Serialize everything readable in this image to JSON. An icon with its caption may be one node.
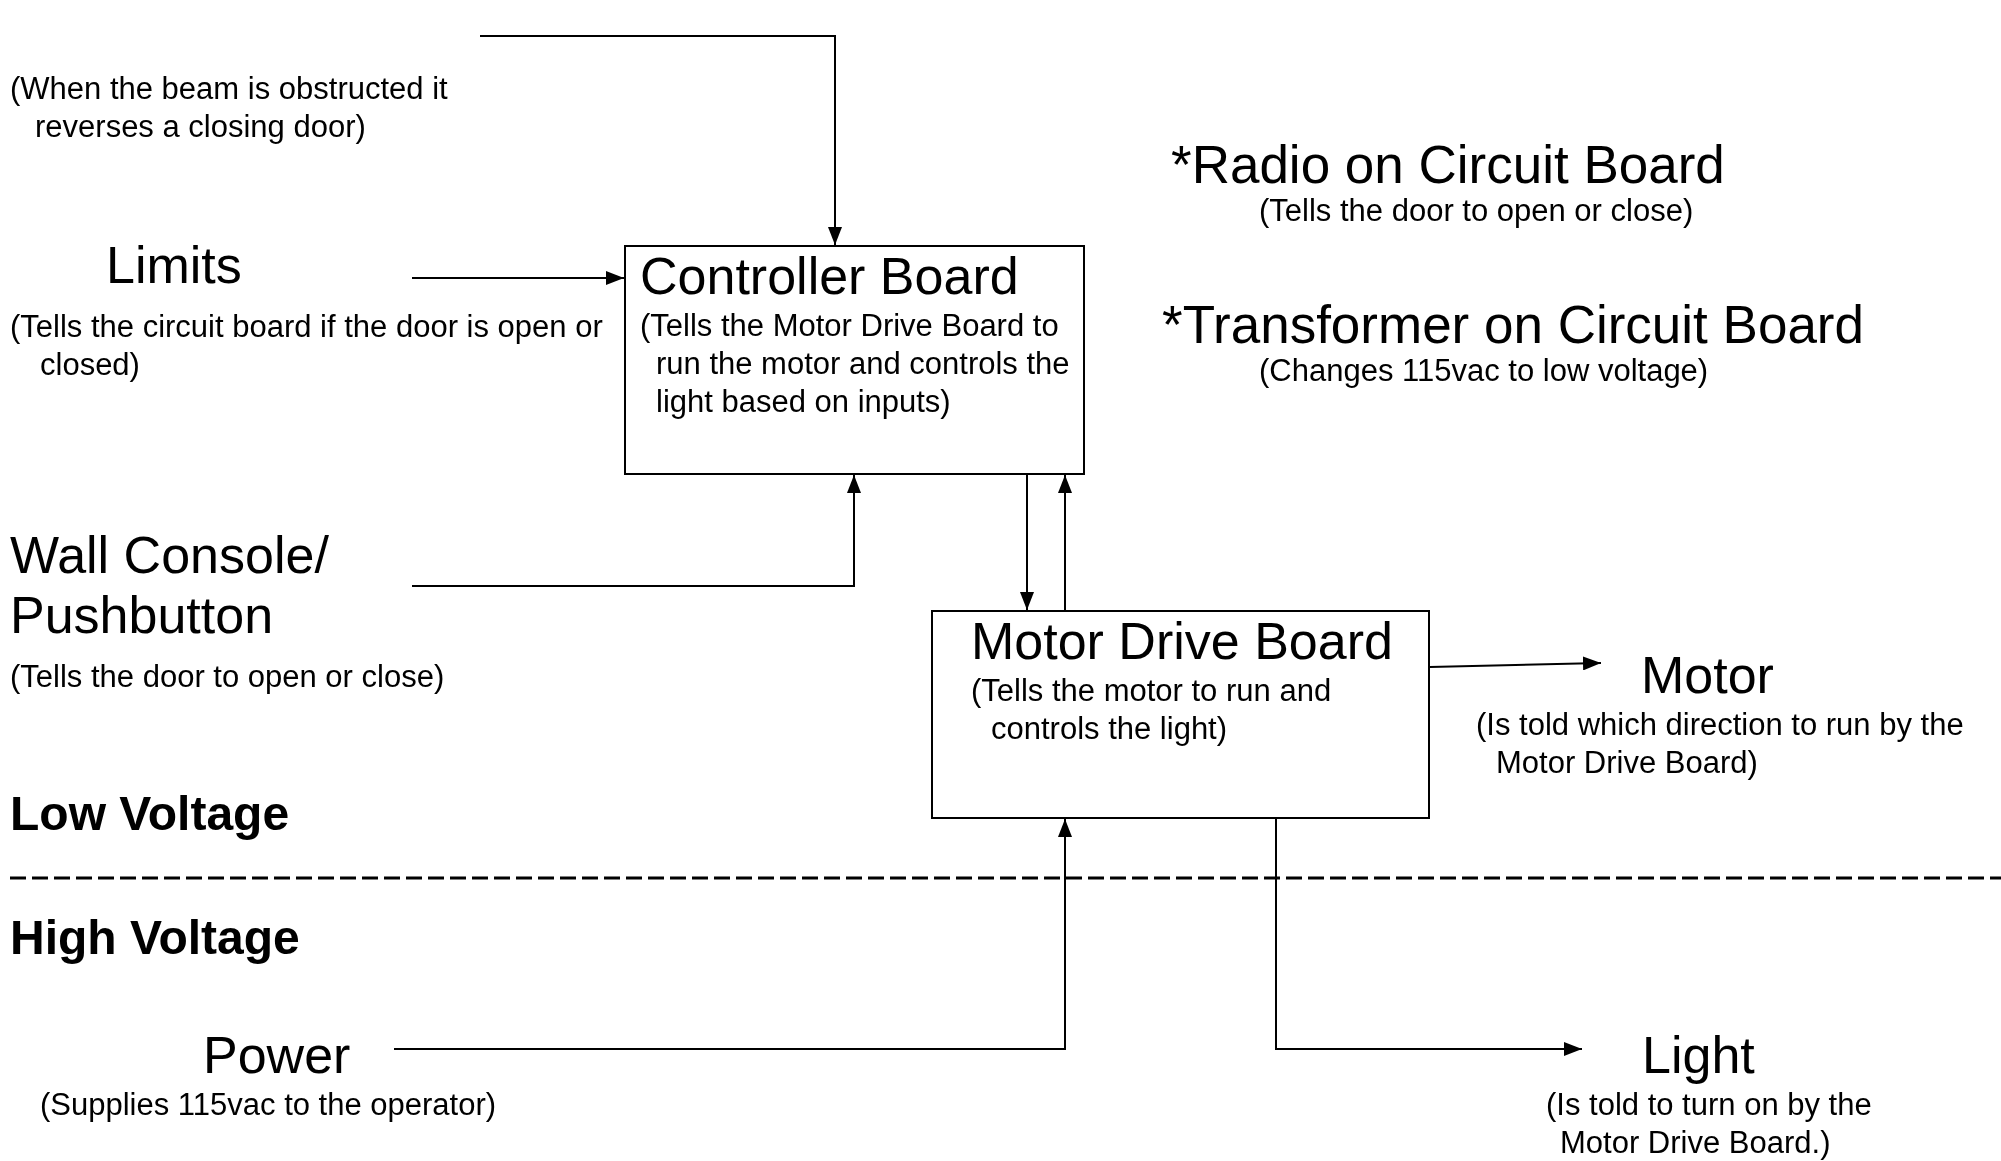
{
  "diagram": {
    "nodes": [
      {
        "text": [
          "(When the beam is obstructed it reverses a closing door)"
        ]
      },
      {
        "text": [
          "Limits",
          "(Tells the circuit board if the door is open or closed)"
        ]
      },
      {
        "text": [
          "Wall Console/ Pushbutton",
          "(Tells the door to open or close)"
        ]
      },
      {
        "text": [
          "Controller Board",
          "(Tells the Motor Drive Board to run the motor and controls the light based on inputs)"
        ]
      },
      {
        "text": [
          "Motor Drive Board",
          "(Tells the motor to run and controls the light)"
        ]
      },
      {
        "text": [
          "Motor",
          "(Is told which direction to run by the Motor Drive Board)"
        ]
      },
      {
        "text": [
          "Power",
          "(Supplies 115vac to the operator)"
        ]
      },
      {
        "text": [
          "Light",
          "(Is told to turn on by the Motor Drive Board.)"
        ]
      }
    ],
    "edges": [
      {
        "from": 0,
        "to": 3,
        "arrow": "to"
      },
      {
        "from": 1,
        "to": 3,
        "arrow": "to"
      },
      {
        "from": 2,
        "to": 3,
        "arrow": "to"
      },
      {
        "from": 3,
        "to": 4,
        "arrow": "to"
      },
      {
        "from": 4,
        "to": 3,
        "arrow": "to"
      },
      {
        "from": 4,
        "to": 5,
        "arrow": "to"
      },
      {
        "from": 6,
        "to": 4,
        "arrow": "to"
      },
      {
        "from": 4,
        "to": 7,
        "arrow": "to"
      }
    ],
    "labels": [
      "*Radio on Circuit Board",
      "(Tells the door to open or close)",
      "*Transformer on Circuit Board",
      "(Changes 115vac to low voltage)",
      "Low Voltage",
      "High Voltage"
    ]
  }
}
